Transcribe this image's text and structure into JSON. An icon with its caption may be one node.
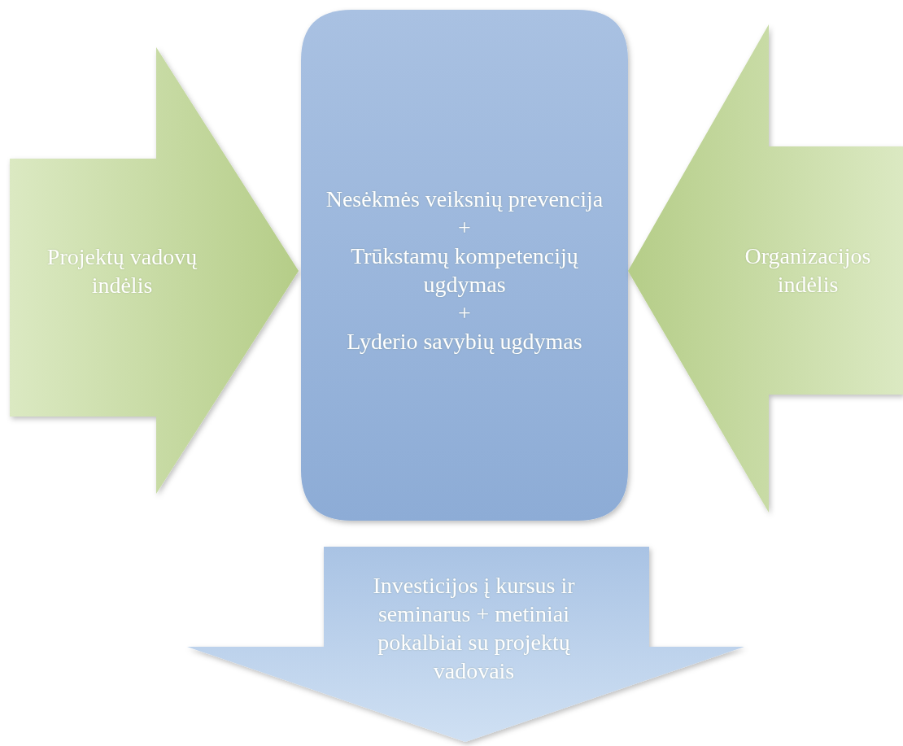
{
  "diagram": {
    "nodes": [
      {
        "text": [
          "Projektų vadovų indėlis"
        ]
      },
      {
        "text": [
          "Nesėkmės veiksnių prevencija",
          "+",
          "Trūkstamų kompetencijų ugdymas",
          "+",
          "Lyderio savybių ugdymas"
        ]
      },
      {
        "text": [
          "Organizacijos indėlis"
        ]
      },
      {
        "text": [
          "Investicijos į kursus ir seminarus + metiniai pokalbiai su projektų vadovais"
        ]
      }
    ]
  }
}
